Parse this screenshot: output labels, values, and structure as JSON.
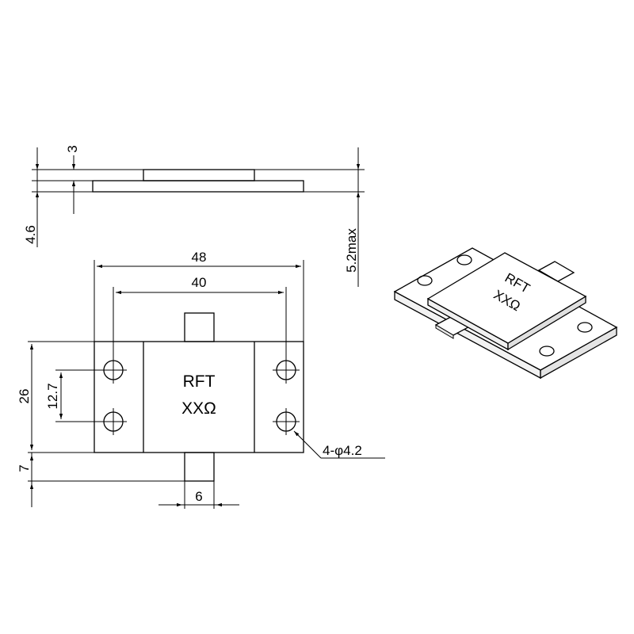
{
  "side_view": {
    "dim_tab_thickness": "3",
    "dim_flange_thickness": "4.6",
    "dim_max_height": "5.2max"
  },
  "top_view": {
    "dim_overall_length": "48",
    "dim_hole_spacing_length": "40",
    "dim_body_width": "26",
    "dim_hole_spacing_width": "12.7",
    "dim_tab_length": "7",
    "dim_tab_width": "6",
    "hole_callout": "4-φ4.2",
    "label_line1": "RFT",
    "label_line2": "XXΩ"
  },
  "iso_view": {
    "label_line1": "RFT",
    "label_line2": "XXΩ"
  }
}
